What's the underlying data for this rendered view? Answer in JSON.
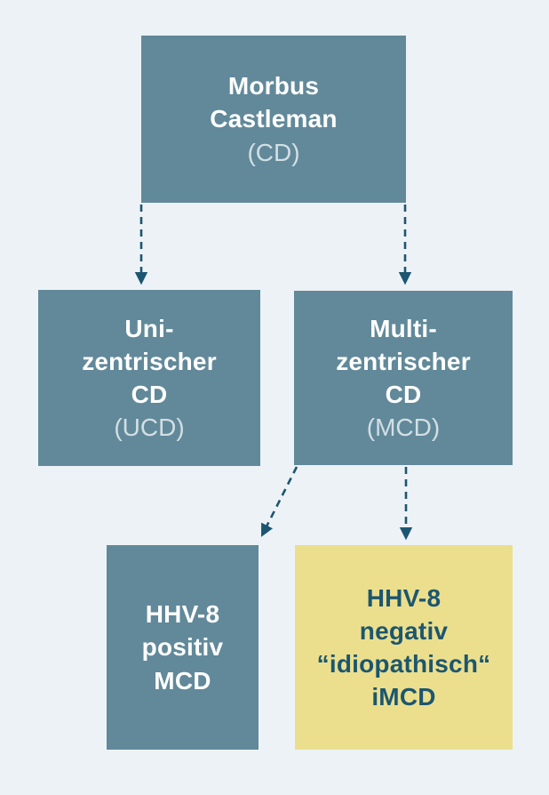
{
  "colors": {
    "background": "#edf2f6",
    "node_teal": "#61899a",
    "node_yellow": "#ebdf8d",
    "connector": "#1c5670",
    "title_light": "#ffffff",
    "abbr_light": "#d3dfe4",
    "title_dark": "#1c5670"
  },
  "nodes": {
    "cd": {
      "title": "Morbus\nCastleman",
      "abbr": "(CD)"
    },
    "ucd": {
      "title": "Uni-\nzentrischer\nCD",
      "abbr": "(UCD)"
    },
    "mcd": {
      "title": "Multi-\nzentrischer\nCD",
      "abbr": "(MCD)"
    },
    "hhv8_positive": {
      "title": "HHV-8\npositiv\nMCD"
    },
    "imcd": {
      "title": "HHV-8\nnegativ\n“idiopathisch“\niMCD"
    }
  }
}
